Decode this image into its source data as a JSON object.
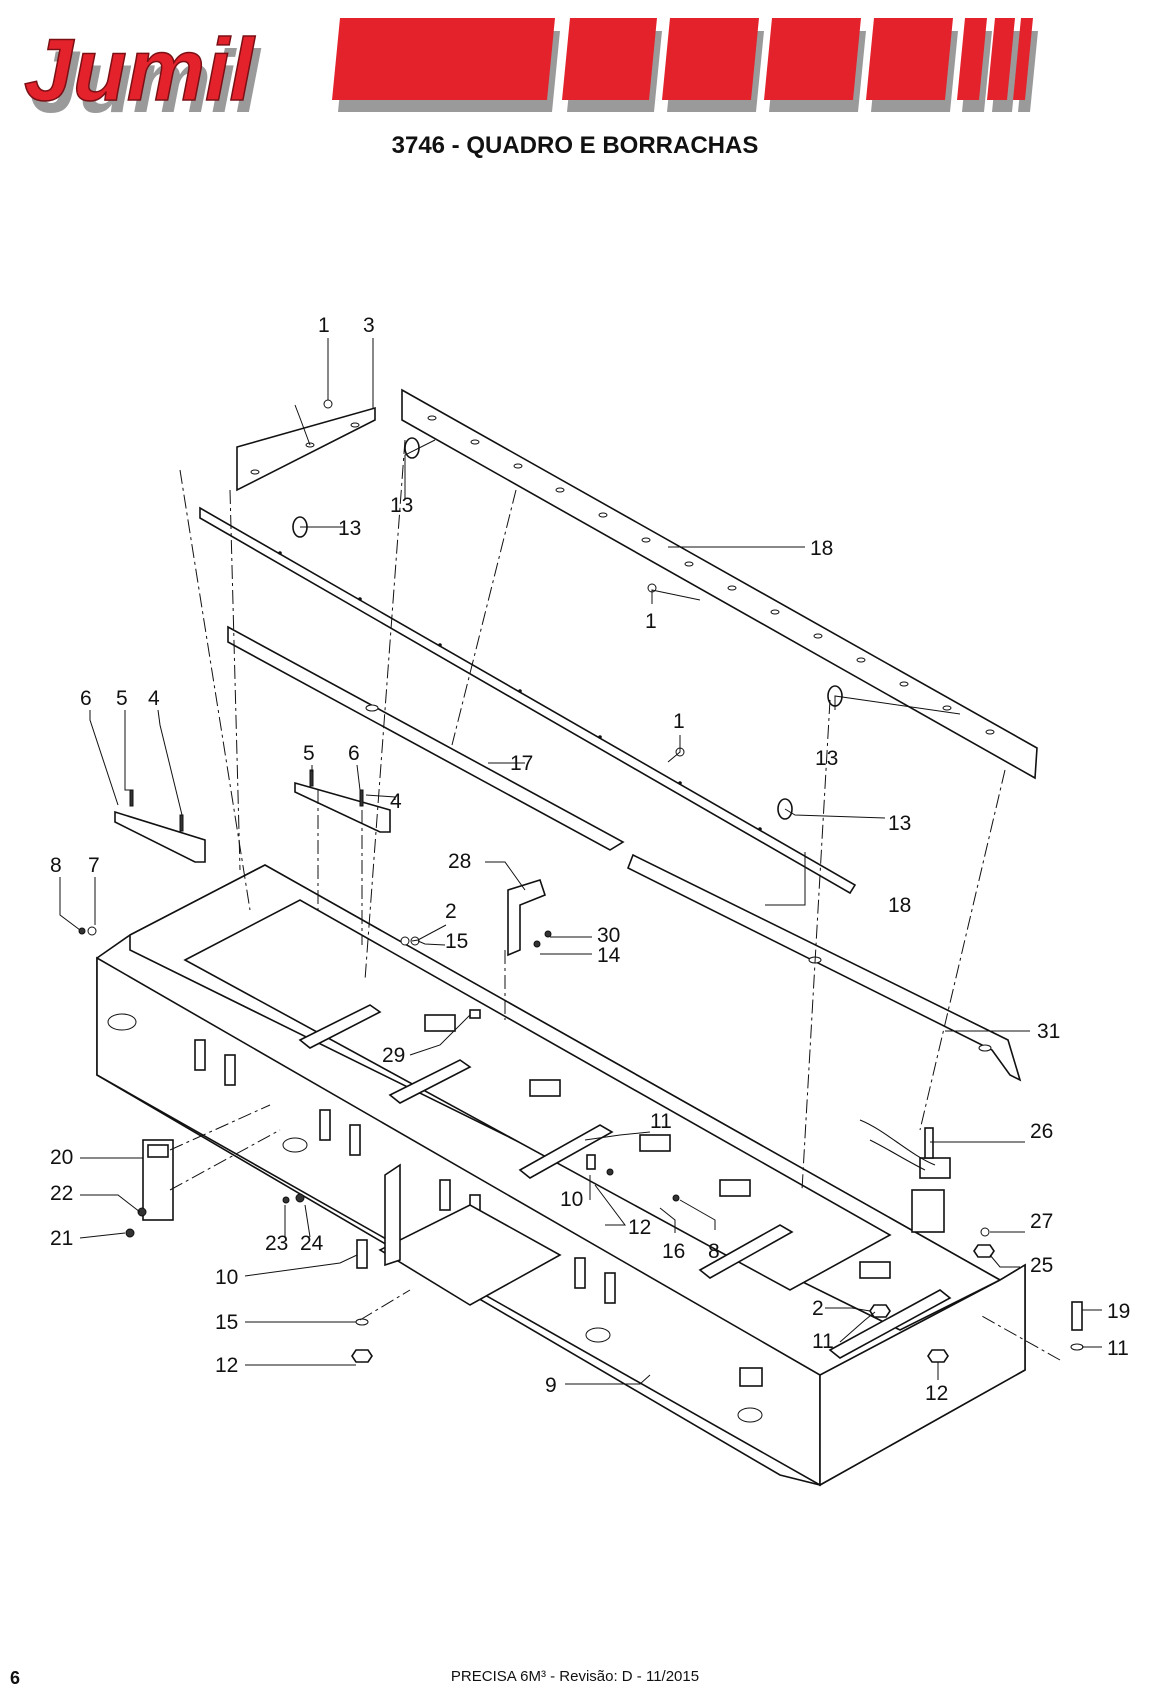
{
  "brand": {
    "logo_text": "Jumil",
    "accent": "#e3222c",
    "shadow": "#9a9a9a"
  },
  "title": "3746 - QUADRO E BORRACHAS",
  "callouts": [
    {
      "id": "c1a",
      "text": "1"
    },
    {
      "id": "c3",
      "text": "3"
    },
    {
      "id": "c13a",
      "text": "13"
    },
    {
      "id": "c13b",
      "text": "13"
    },
    {
      "id": "c18a",
      "text": "18"
    },
    {
      "id": "c1b",
      "text": "1"
    },
    {
      "id": "c1c",
      "text": "1"
    },
    {
      "id": "c13c",
      "text": "13"
    },
    {
      "id": "c13d",
      "text": "13"
    },
    {
      "id": "c17",
      "text": "17"
    },
    {
      "id": "c6a",
      "text": "6"
    },
    {
      "id": "c5a",
      "text": "5"
    },
    {
      "id": "c4a",
      "text": "4"
    },
    {
      "id": "c5b",
      "text": "5"
    },
    {
      "id": "c6b",
      "text": "6"
    },
    {
      "id": "c4b",
      "text": "4"
    },
    {
      "id": "c8a",
      "text": "8"
    },
    {
      "id": "c7",
      "text": "7"
    },
    {
      "id": "c28",
      "text": "28"
    },
    {
      "id": "c2a",
      "text": "2"
    },
    {
      "id": "c15a",
      "text": "15"
    },
    {
      "id": "c30",
      "text": "30"
    },
    {
      "id": "c14",
      "text": "14"
    },
    {
      "id": "c18b",
      "text": "18"
    },
    {
      "id": "c31",
      "text": "31"
    },
    {
      "id": "c29",
      "text": "29"
    },
    {
      "id": "c11a",
      "text": "11"
    },
    {
      "id": "c26",
      "text": "26"
    },
    {
      "id": "c20",
      "text": "20"
    },
    {
      "id": "c22",
      "text": "22"
    },
    {
      "id": "c21",
      "text": "21"
    },
    {
      "id": "c10a",
      "text": "10"
    },
    {
      "id": "c12a",
      "text": "12"
    },
    {
      "id": "c16",
      "text": "16"
    },
    {
      "id": "c8b",
      "text": "8"
    },
    {
      "id": "c27",
      "text": "27"
    },
    {
      "id": "c25",
      "text": "25"
    },
    {
      "id": "c23",
      "text": "23"
    },
    {
      "id": "c24",
      "text": "24"
    },
    {
      "id": "c10b",
      "text": "10"
    },
    {
      "id": "c2b",
      "text": "2"
    },
    {
      "id": "c19",
      "text": "19"
    },
    {
      "id": "c11b",
      "text": "11"
    },
    {
      "id": "c15b",
      "text": "15"
    },
    {
      "id": "c11c",
      "text": "11"
    },
    {
      "id": "c12b",
      "text": "12"
    },
    {
      "id": "c12c",
      "text": "12"
    },
    {
      "id": "c9",
      "text": "9"
    }
  ],
  "footer": {
    "page_number": "6",
    "text": "PRECISA 6M³ - Revisão: D - 11/2015"
  }
}
